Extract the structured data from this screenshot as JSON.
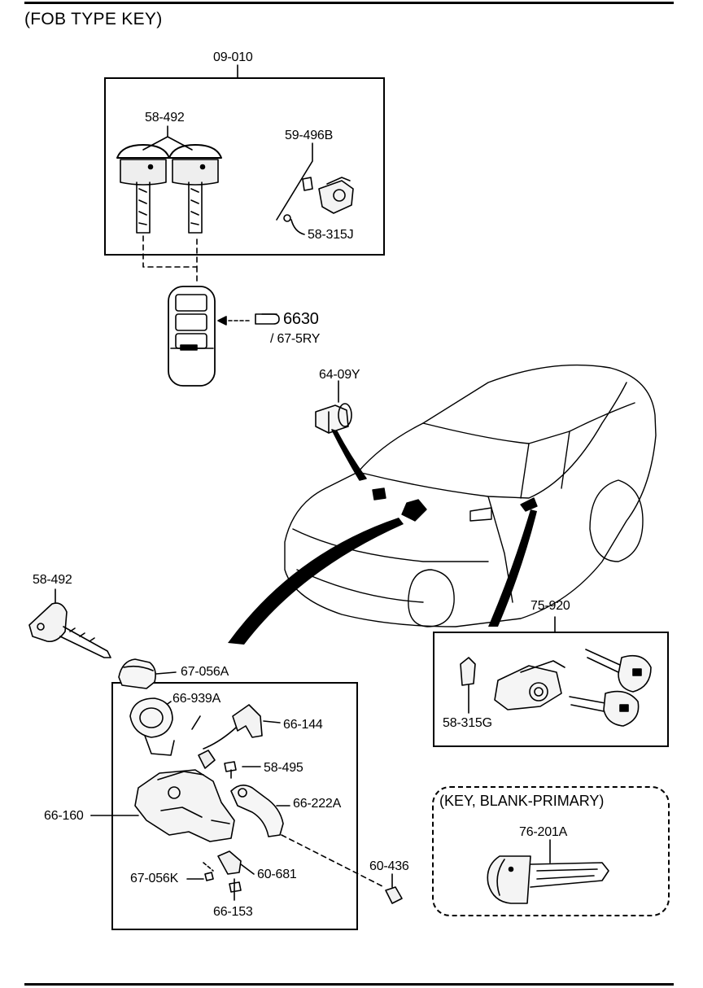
{
  "header": {
    "title": "(FOB TYPE KEY)"
  },
  "labels": {
    "p09_010": "09-010",
    "p58_492_top": "58-492",
    "p59_496b": "59-496B",
    "p58_315j": "58-315J",
    "p6630": "6630",
    "p67_5ry": "/ 67-5RY",
    "p64_09y": "64-09Y",
    "p58_492_left": "58-492",
    "p67_056a": "67-056A",
    "p66_939a": "66-939A",
    "p66_144": "66-144",
    "p58_495": "58-495",
    "p66_222a": "66-222A",
    "p66_160": "66-160",
    "p67_056k": "67-056K",
    "p60_681": "60-681",
    "p66_153": "66-153",
    "p60_436": "60-436",
    "p75_920": "75-920",
    "p58_315g": "58-315G",
    "blank_title": "(KEY, BLANK-PRIMARY)",
    "p76_201a": "76-201A"
  },
  "icons": [
    "finger-pointer-icon"
  ]
}
